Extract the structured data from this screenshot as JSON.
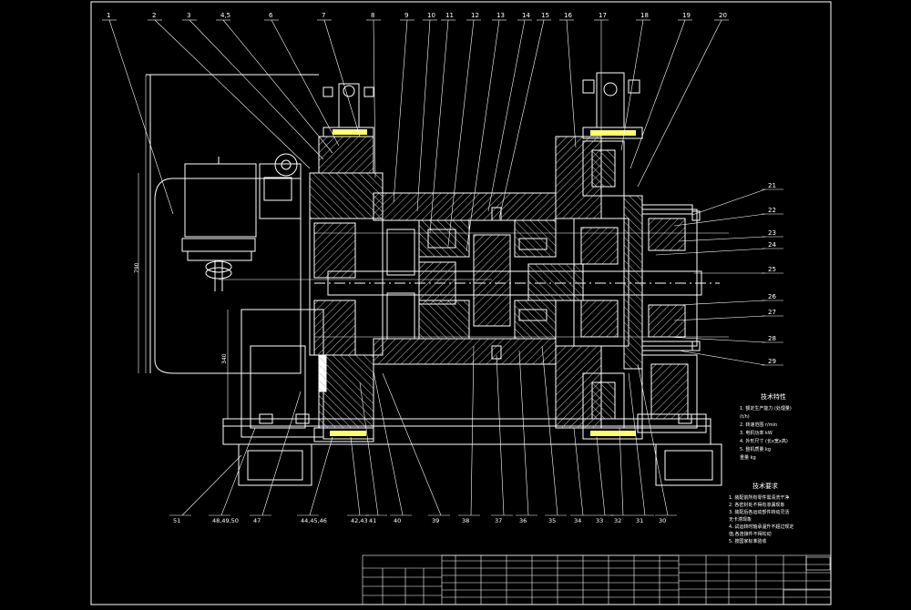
{
  "drawing": {
    "top_labels": [
      "1",
      "2",
      "3",
      "4,5",
      "6",
      "7",
      "8",
      "9",
      "10",
      "11",
      "12",
      "13",
      "14",
      "15",
      "16",
      "17",
      "18",
      "19",
      "20"
    ],
    "right_labels": [
      "21",
      "22",
      "23",
      "24",
      "25",
      "26",
      "27",
      "28",
      "29"
    ],
    "bottom_labels": [
      "51",
      "48,49,50",
      "47",
      "44,45,46",
      "42,43",
      "41",
      "40",
      "39",
      "38",
      "37",
      "36",
      "35",
      "34",
      "33",
      "32",
      "31",
      "30"
    ],
    "dim_vertical_1": "790",
    "dim_vertical_2": "340",
    "tech_req_title_1": "技术特性",
    "tech_req_title_2": "技术要求",
    "tech_lines_1": [
      "1. 额定生产能力 (处理量)",
      "   (t/h)",
      "2. 转速范围 r/min",
      "3. 电机功率 kW",
      "4. 外形尺寸 (长x宽x高)",
      "5. 整机质量 kg",
      "   重量 kg"
    ],
    "tech_lines_2": [
      "1. 装配前所有零件需清洗干净",
      "2. 各密封处不得有渗漏现象",
      "3. 装配后各运动部件转动灵活",
      "   无卡滞现象",
      "4. 试运转时轴承温升不超过规定",
      "   值,各连接件不得松动",
      "5. 按国家标准验收"
    ]
  },
  "colors": {
    "bg": "#000000",
    "line": "#ffffff",
    "hatch": "#c8c8c8",
    "yellow": "#ffff66"
  }
}
